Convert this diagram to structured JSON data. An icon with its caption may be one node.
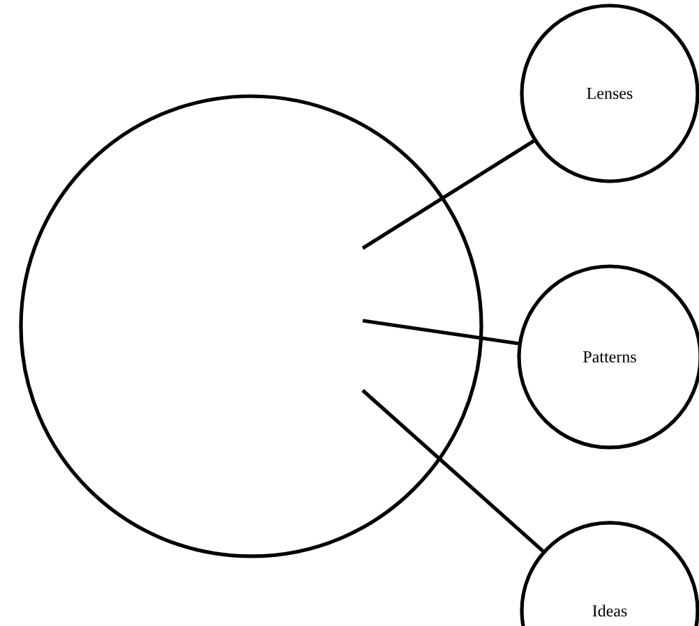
{
  "diagram": {
    "nodes": [
      {
        "text": [],
        "shape": "circle"
      },
      {
        "text": [
          "Lenses"
        ]
      },
      {
        "text": [
          "Patterns"
        ]
      },
      {
        "text": [
          "Ideas"
        ]
      }
    ],
    "edges": [
      {
        "from": 0,
        "to": 1,
        "arrow": "none"
      },
      {
        "from": 0,
        "to": 2,
        "arrow": "none"
      },
      {
        "from": 0,
        "to": 3,
        "arrow": "none"
      }
    ]
  }
}
